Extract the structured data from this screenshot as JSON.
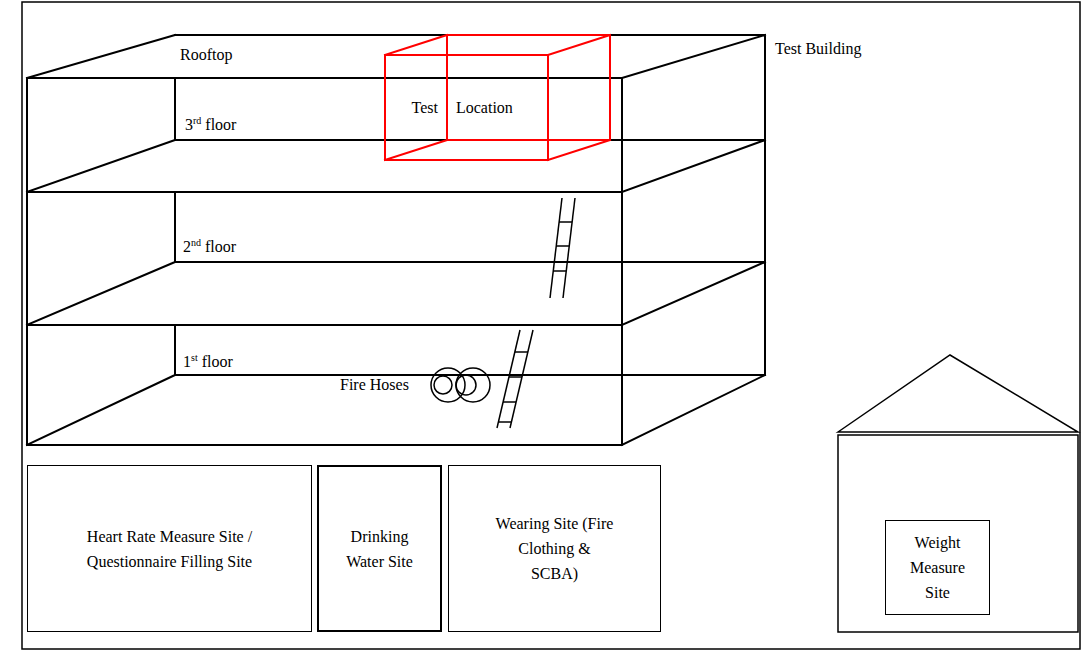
{
  "diagram": {
    "nodes": [
      {
        "text": [
          "Test Building",
          "Rooftop",
          "3rd floor",
          "2nd floor",
          "1st floor"
        ]
      },
      {
        "text": [
          "Test Location"
        ],
        "in": 0
      },
      {
        "text": [
          "Heart Rate Measure Site / Questionnaire Filling Site"
        ]
      },
      {
        "text": [
          "Drinking Water Site"
        ]
      },
      {
        "text": [
          "Wearing Site (Fire Clothing & SCBA)"
        ]
      },
      {
        "text": [
          "Weight Measure Site"
        ]
      }
    ],
    "labels": [
      "Fire Hoses"
    ]
  }
}
